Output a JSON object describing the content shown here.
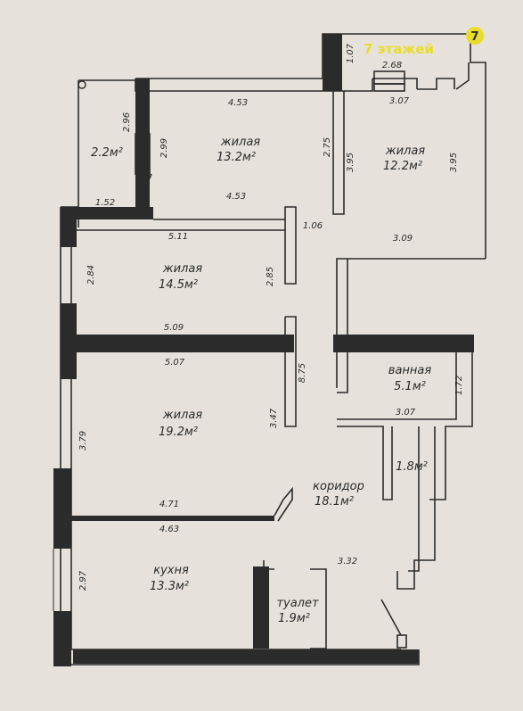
{
  "badge": {
    "text": "7 этажей",
    "number": "7",
    "color": "#e8dd2a"
  },
  "rooms": [
    {
      "name": "жилая",
      "area": "13.2м²"
    },
    {
      "name": "жилая",
      "area": "12.2м²"
    },
    {
      "name": "жилая",
      "area": "14.5м²"
    },
    {
      "name": "жилая",
      "area": "19.2м²"
    },
    {
      "name": "ванная",
      "area": "5.1м²"
    },
    {
      "name": "коридор",
      "area": "18.1м²"
    },
    {
      "name": "кухня",
      "area": "13.3м²"
    },
    {
      "name": "туалет",
      "area": "1.9м²"
    },
    {
      "name": "",
      "area": "2.2м²"
    },
    {
      "name": "",
      "area": "1.8м²"
    }
  ],
  "dimensions": [
    "1.07",
    "2.68",
    "3.07",
    "4.53",
    "2.96",
    "2.99",
    "2.75",
    "3.95",
    "3.95",
    "4.53",
    "1.52",
    "5.11",
    "1.06",
    "3.09",
    "2.84",
    "2.85",
    "5.09",
    "5.07",
    "8.75",
    "1.72",
    "3.07",
    "3.79",
    "3.47",
    "4.71",
    "4.63",
    "3.32",
    "2.97"
  ],
  "colors": {
    "wall": "#2b2b2b",
    "paper": "#e6e2db",
    "line": "#3a3a3a"
  }
}
